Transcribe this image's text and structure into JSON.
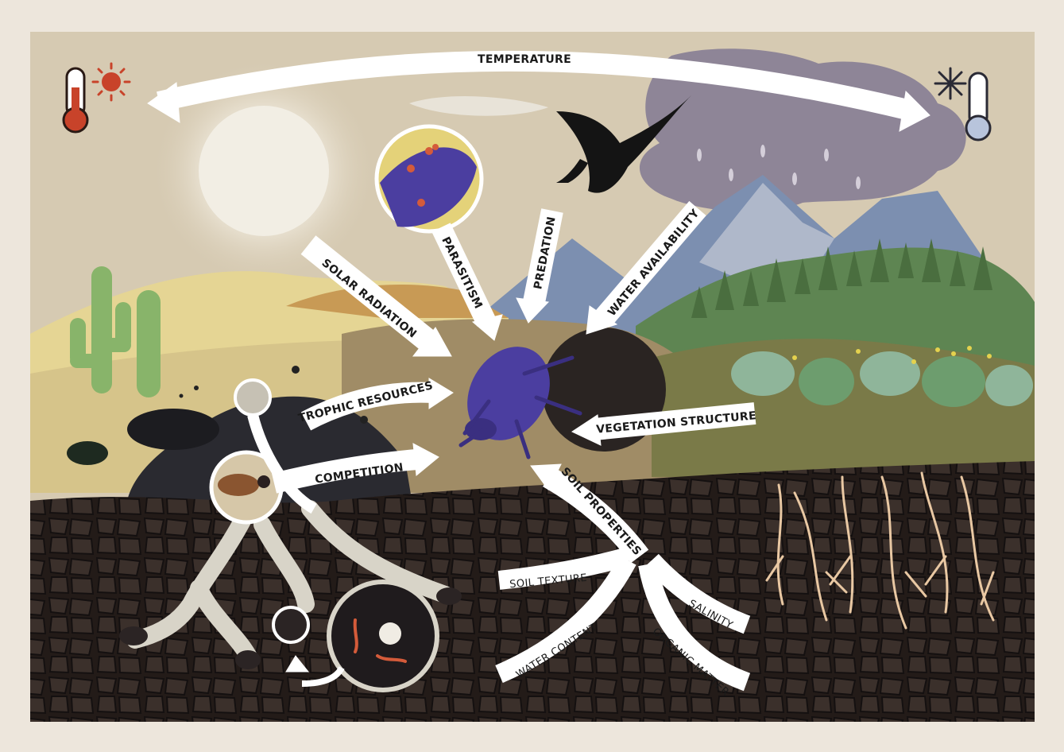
{
  "labels": {
    "temperature": "TEMPERATURE",
    "solar_radiation": "SOLAR RADIATION",
    "parasitism": "PARASITISM",
    "predation": "PREDATION",
    "water_availability": "WATER AVAILABILITY",
    "trophic_resources": "TROPHIC RESOURCES",
    "competition": "COMPETITION",
    "vegetation_structure": "VEGETATION STRUCTURE",
    "soil_properties": "SOIL PROPERTIES",
    "soil_texture": "SOIL TEXTURE",
    "water_content": "WATER CONTENT",
    "organic_matter": "ORGANIC MATTER",
    "salinity": "SALINITY"
  },
  "icons": [
    "thermometer-hot-icon",
    "sun-icon",
    "snowflake-icon",
    "thermometer-cold-icon"
  ],
  "colors": {
    "frame": "#ede6dc",
    "sky": "#d8cdb7",
    "soil": "#1d1715",
    "beetle": "#4b3ea0",
    "hot": "#c8432a",
    "cold": "#b8c4dc",
    "arrow": "#ffffff"
  }
}
